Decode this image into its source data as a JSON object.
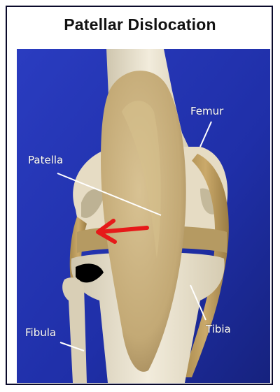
{
  "title": "Patellar Dislocation",
  "labels": {
    "femur": "Femur",
    "patella": "Patella",
    "fibula": "Fibula",
    "tibia": "Tibia"
  },
  "colors": {
    "background": "#1f2fa8",
    "bone": "#e8e0cc",
    "patella": "#c9b27e",
    "arrow": "#e61919",
    "frame": "#0a0a2a"
  }
}
